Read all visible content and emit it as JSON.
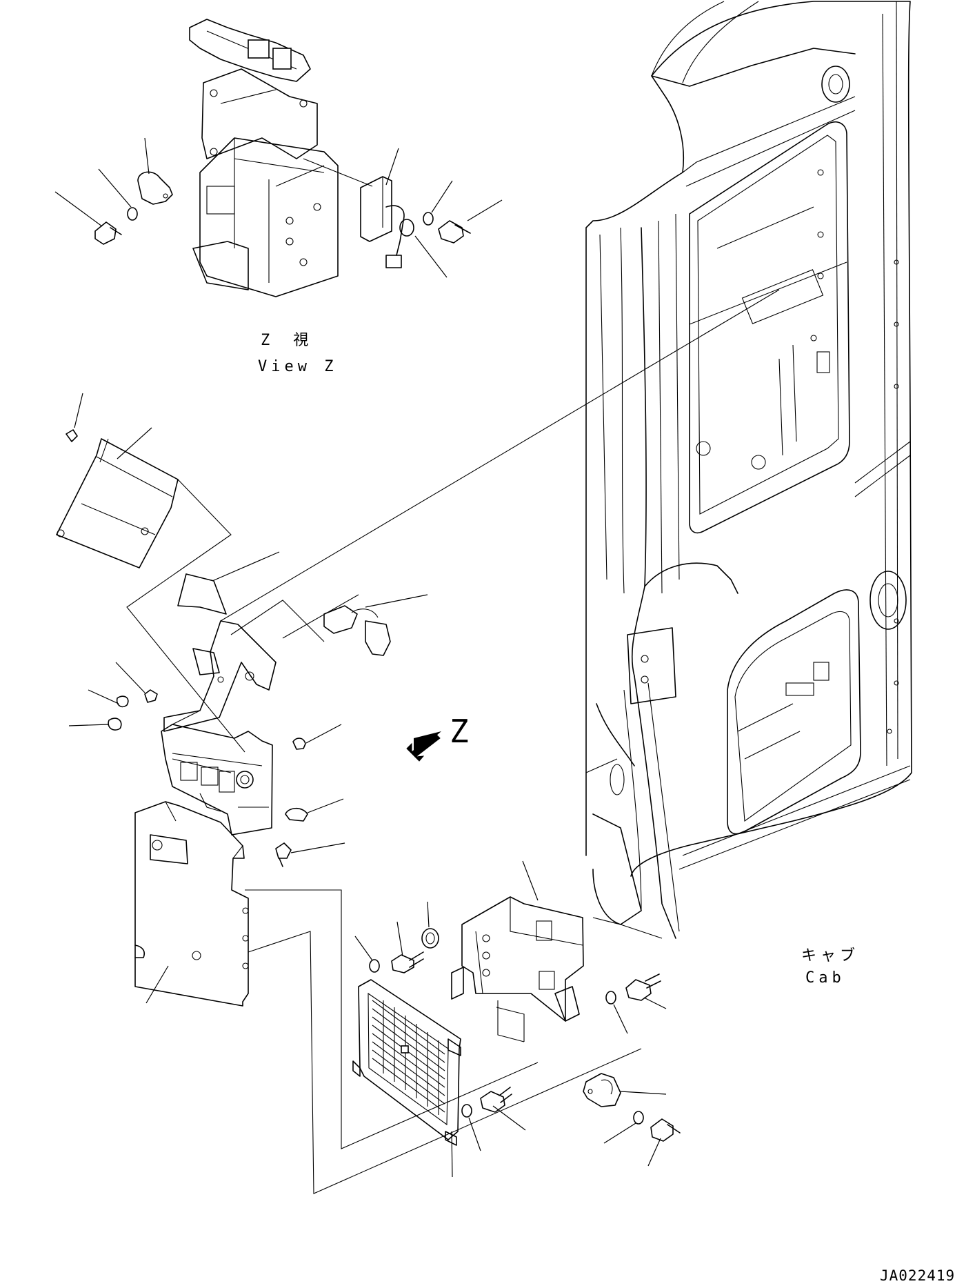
{
  "view_z": {
    "title_jp": "Z　視",
    "title_en": "View Z"
  },
  "arrow_label": "Z",
  "cab": {
    "title_jp": "キャブ",
    "title_en": "Cab"
  },
  "drawing_code": "JA022419"
}
